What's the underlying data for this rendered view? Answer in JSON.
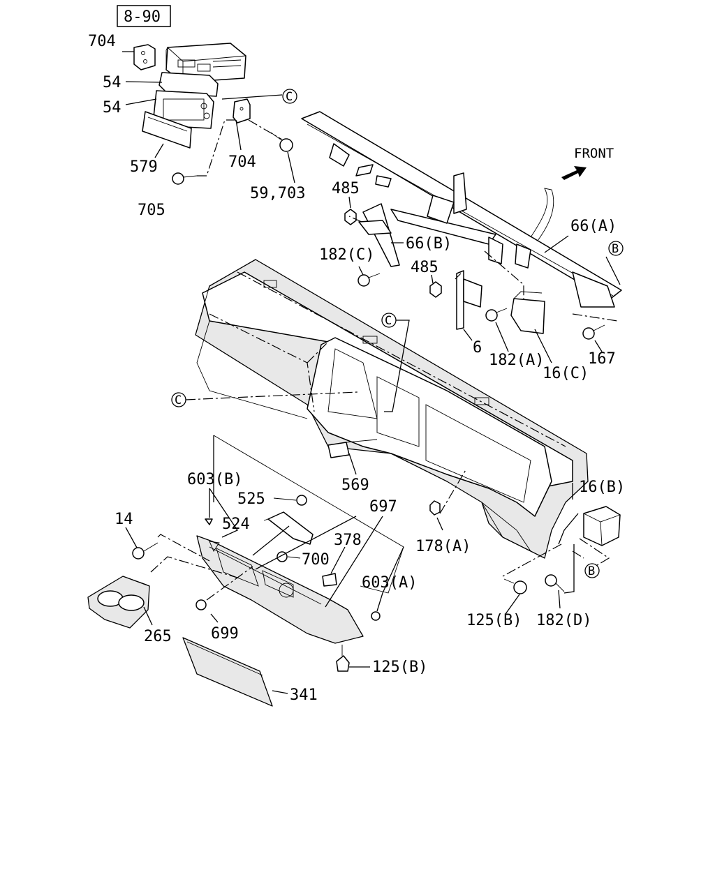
{
  "diagram": {
    "ref_box": "8-90",
    "front_label": "FRONT",
    "ref_markers": {
      "c": "C",
      "b": "B"
    },
    "labels": {
      "l704a": "704",
      "l54a": "54",
      "l54b": "54",
      "l579": "579",
      "l704b": "704",
      "l705": "705",
      "l59_703": "59,703",
      "l485a": "485",
      "l66a": "66(A)",
      "l66b": "66(B)",
      "l182c": "182(C)",
      "l485b": "485",
      "l6": "6",
      "l182a": "182(A)",
      "l16c": "16(C)",
      "l167": "167",
      "l569": "569",
      "l16b": "16(B)",
      "l603b": "603(B)",
      "l525": "525",
      "l524": "524",
      "l697": "697",
      "l14": "14",
      "l378": "378",
      "l700": "700",
      "l178a": "178(A)",
      "l603a": "603(A)",
      "l265": "265",
      "l699": "699",
      "l125b_a": "125(B)",
      "l182d": "182(D)",
      "l125b_b": "125(B)",
      "l341": "341"
    }
  }
}
